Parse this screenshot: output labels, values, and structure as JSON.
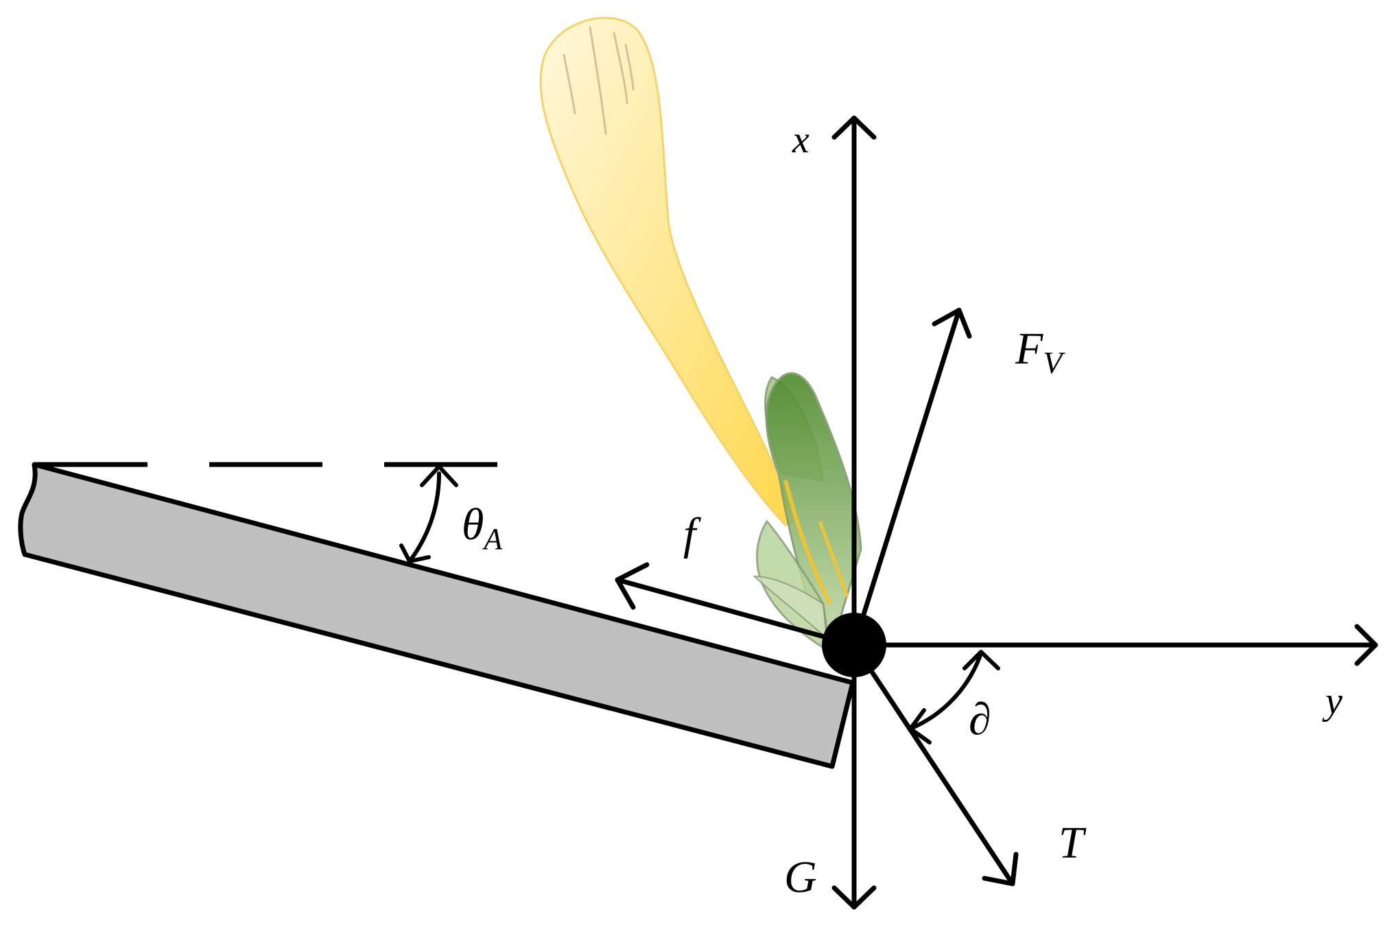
{
  "labels": {
    "x_axis": "x",
    "y_axis": "y",
    "force_vertical": "F",
    "force_vertical_sub": "V",
    "friction": "f",
    "tension": "T",
    "gravity": "G",
    "angle_incline": "θ",
    "angle_incline_sub": "A",
    "angle_tension": "∂"
  },
  "colors": {
    "plate_fill": "#c0c0c0",
    "stroke": "#000000",
    "seed_tail_light": "#fff8dc",
    "seed_tail_dark": "#ffd84d",
    "seed_tail_outline": "#f5d36a",
    "bract_dark": "#4e8a2c",
    "bract_light": "#c7dcae",
    "particle": "#000000"
  },
  "icons": {
    "seed": "seed-with-pappus-shape",
    "particle": "contact-point-dot"
  }
}
